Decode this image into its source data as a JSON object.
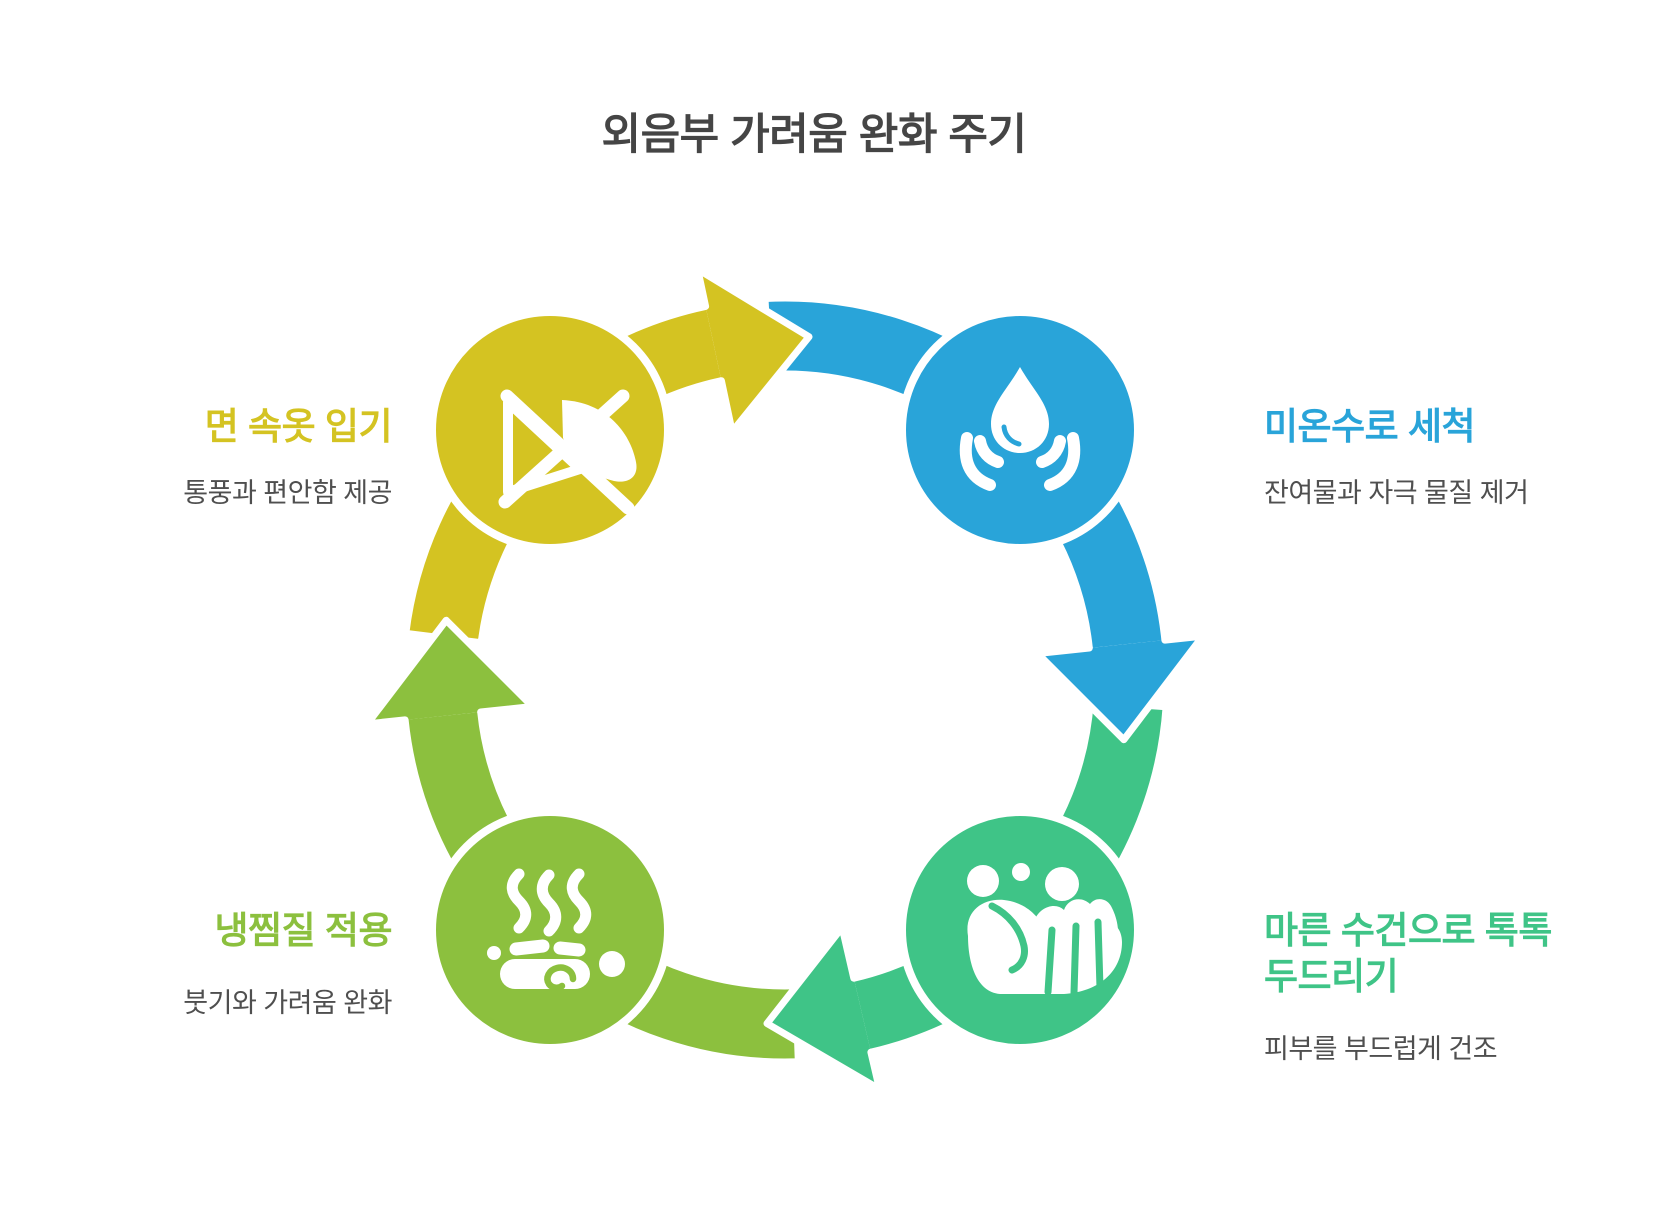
{
  "title": "외음부 가려움 완화 주기",
  "colors": {
    "title_text": "#454545",
    "subtitle_text": "#4f4f4f",
    "outline_white": "#ffffff",
    "background": "#ffffff",
    "yellow": "#d4c322",
    "blue": "#29a4d9",
    "green": "#3fc487",
    "olive": "#8cc03e"
  },
  "cycle_direction": "clockwise",
  "steps": [
    {
      "id": "wear-cotton-underwear",
      "position": "top-left",
      "title": "면 속옷 입기",
      "subtitle": "통풍과 편안함 제공",
      "color": "#d4c322",
      "icon": "crossed-garment-icon"
    },
    {
      "id": "rinse-with-lukewarm-water",
      "position": "top-right",
      "title": "미온수로 세척",
      "subtitle": "잔여물과 자극 물질 제거",
      "color": "#29a4d9",
      "icon": "hands-water-drop-icon"
    },
    {
      "id": "pat-dry-with-towel",
      "position": "bottom-right",
      "title_line1": "마른 수건으로 톡톡",
      "title_line2": "두드리기",
      "title": "마른 수건으로 톡톡 두드리기",
      "subtitle": "피부를 부드럽게 건조",
      "color": "#3fc487",
      "icon": "hand-washing-icon"
    },
    {
      "id": "apply-cold-compress",
      "position": "bottom-left",
      "title": "냉찜질 적용",
      "subtitle": "붓기와 가려움 완화",
      "color": "#8cc03e",
      "icon": "steam-stones-icon"
    }
  ]
}
